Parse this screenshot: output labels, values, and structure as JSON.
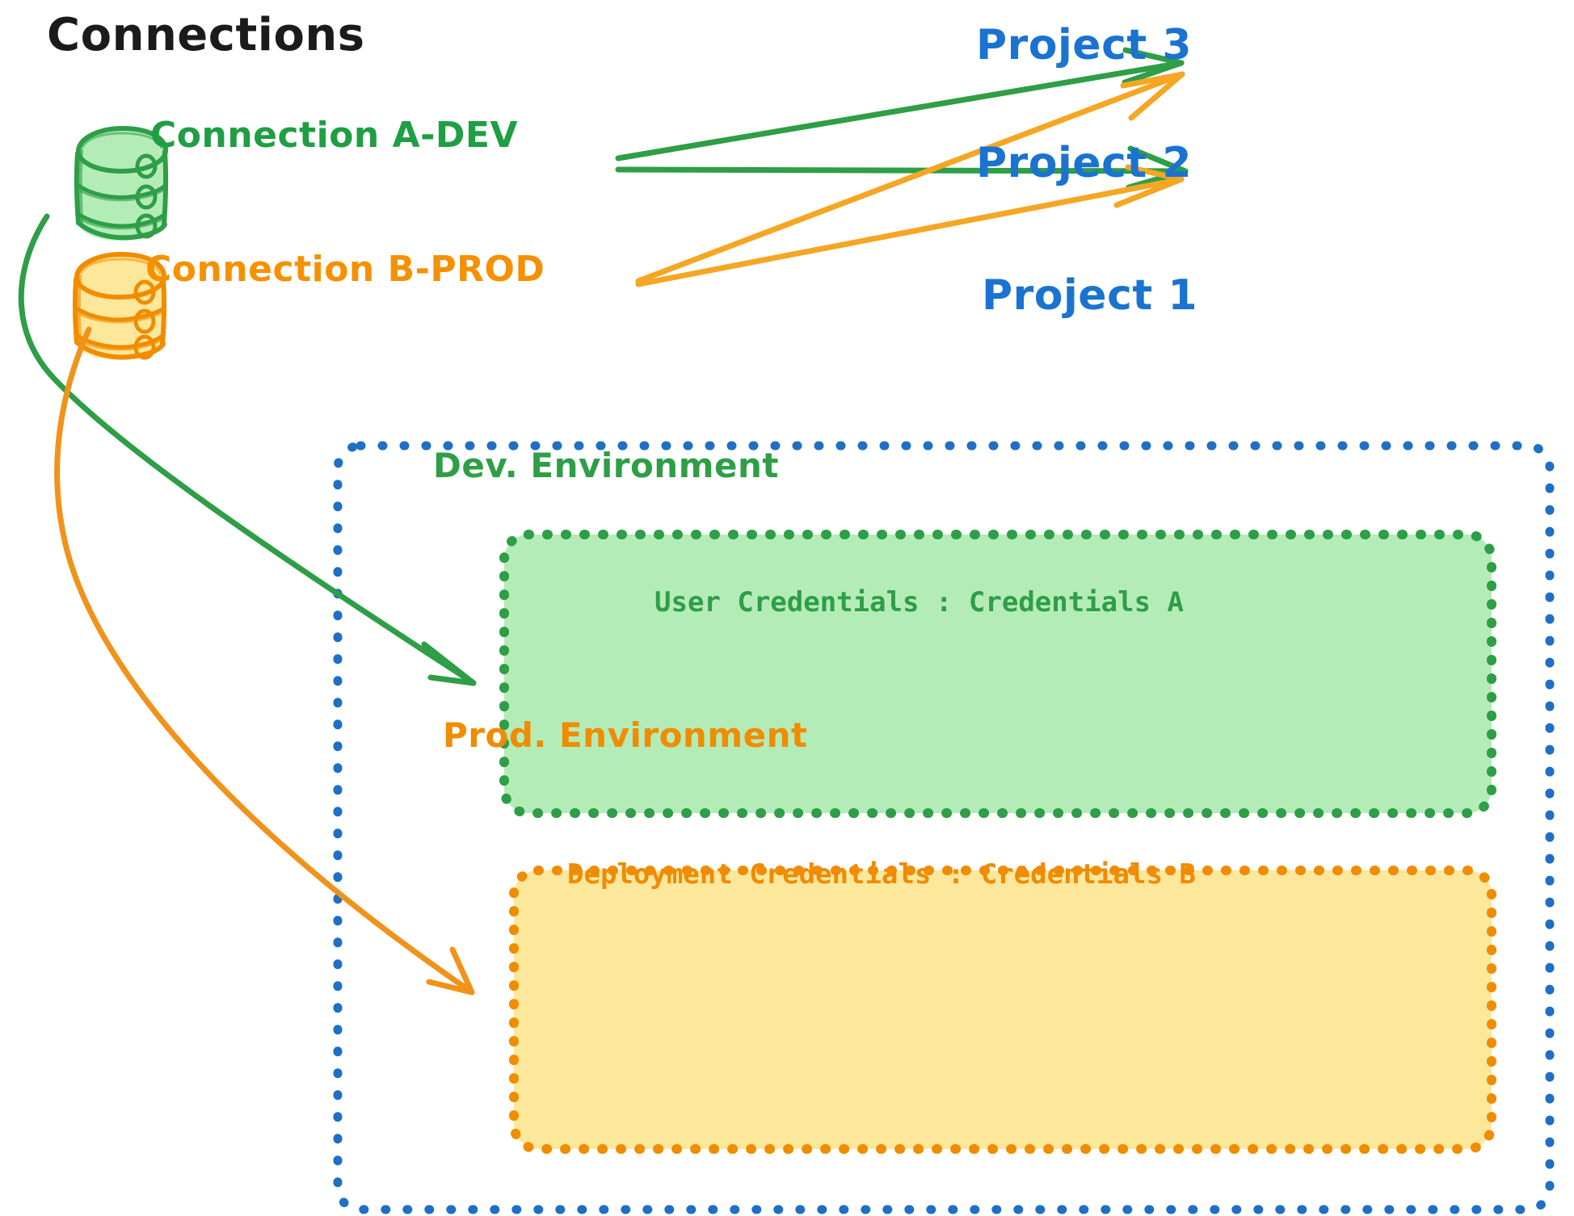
{
  "diagram": {
    "title": "Connections",
    "background_color": "#ffffff"
  },
  "colors": {
    "green_stroke": "#2e9e47",
    "green_text": "#1f9e43",
    "green_fill": "#b4ecb8",
    "orange_stroke": "#f08c00",
    "orange_text": "#f59100",
    "orange_fill": "#fce79a",
    "blue_text": "#1a73d0",
    "blue_dotted": "#1f6fc4",
    "title_color": "#1b1b1b"
  },
  "connections": [
    {
      "id": "connection-a-dev",
      "label": "Connection A-DEV",
      "color": "#1f9e43",
      "icon": "database-cylinder-icon",
      "targets": [
        "Project 3",
        "Project 2",
        "Dev. Environment"
      ]
    },
    {
      "id": "connection-b-prod",
      "label": "Connection B-PROD",
      "color": "#f59100",
      "icon": "database-cylinder-icon",
      "targets": [
        "Project 3",
        "Project 2",
        "Prod. Environment"
      ]
    }
  ],
  "projects": [
    {
      "id": "project-3",
      "label": "Project 3"
    },
    {
      "id": "project-2",
      "label": "Project 2"
    },
    {
      "id": "project-1",
      "label": "Project 1"
    }
  ],
  "project_1_container": {
    "label": "Project 1",
    "border_style": "dotted",
    "border_color": "#1f6fc4",
    "environments": [
      {
        "id": "dev-environment",
        "label": "Dev. Environment",
        "fill": "#b4ecb8",
        "border_color": "#2e9e47",
        "credentials_label": "User Credentials",
        "credentials_separator": ":",
        "credentials_value": "Credentials A",
        "credentials_line": "User Credentials : Credentials A"
      },
      {
        "id": "prod-environment",
        "label": "Prod. Environment",
        "fill": "#fce79a",
        "border_color": "#f08c00",
        "credentials_label": "Deployment Credentials",
        "credentials_separator": ":",
        "credentials_value": "Credentials B",
        "credentials_line": "Deployment Credentials : Credentials B"
      }
    ]
  },
  "arrows": [
    {
      "id": "arrow-a-to-project-3",
      "color": "#2e9e47",
      "from": "Connection A-DEV",
      "to": "Project 3"
    },
    {
      "id": "arrow-a-to-project-2",
      "color": "#2e9e47",
      "from": "Connection A-DEV",
      "to": "Project 2"
    },
    {
      "id": "arrow-b-to-project-3",
      "color": "#f5a623",
      "from": "Connection B-PROD",
      "to": "Project 3"
    },
    {
      "id": "arrow-b-to-project-2",
      "color": "#f5a623",
      "from": "Connection B-PROD",
      "to": "Project 2"
    },
    {
      "id": "arrow-a-to-dev-env",
      "color": "#2e9e47",
      "from": "Connection A-DEV",
      "to": "Dev. Environment"
    },
    {
      "id": "arrow-b-to-prod-env",
      "color": "#f0931a",
      "from": "Connection B-PROD",
      "to": "Prod. Environment"
    }
  ]
}
